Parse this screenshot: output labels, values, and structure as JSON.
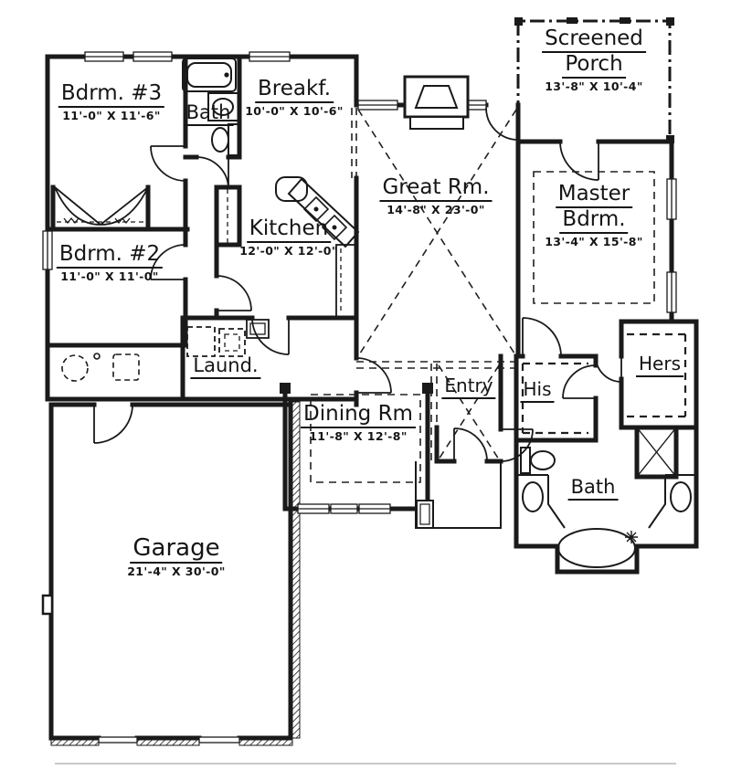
{
  "plan": {
    "title": "single-story house floor plan",
    "colors": {
      "ink": "#1a1a1a",
      "paper": "#ffffff"
    },
    "rooms": {
      "bdrm3": {
        "name": "Bdrm. #3",
        "dims": "11'-0\" X 11'-6\""
      },
      "bath1": {
        "name": "Bath"
      },
      "breakf": {
        "name": "Breakf.",
        "dims": "10'-0\" X 10'-6\""
      },
      "porch": {
        "line1": "Screened",
        "line2": "Porch",
        "dims": "13'-8\" X 10'-4\""
      },
      "great": {
        "name": "Great Rm.",
        "dims": "14'-8\" X 23'-0\""
      },
      "master": {
        "line1": "Master",
        "line2": "Bdrm.",
        "dims": "13'-4\" X 15'-8\""
      },
      "bdrm2": {
        "name": "Bdrm. #2",
        "dims": "11'-0\" X 11'-0\""
      },
      "kitchen": {
        "name": "Kitchen",
        "dims": "12'-0\" X 12'-0\""
      },
      "laund": {
        "name": "Laund."
      },
      "dining": {
        "name": "Dining Rm",
        "dims": "11'-8\" X 12'-8\""
      },
      "entry": {
        "name": "Entry"
      },
      "his": {
        "name": "His"
      },
      "hers": {
        "name": "Hers"
      },
      "bath2": {
        "name": "Bath"
      },
      "garage": {
        "name": "Garage",
        "dims": "21'-4\" X 30'-0\""
      }
    }
  }
}
